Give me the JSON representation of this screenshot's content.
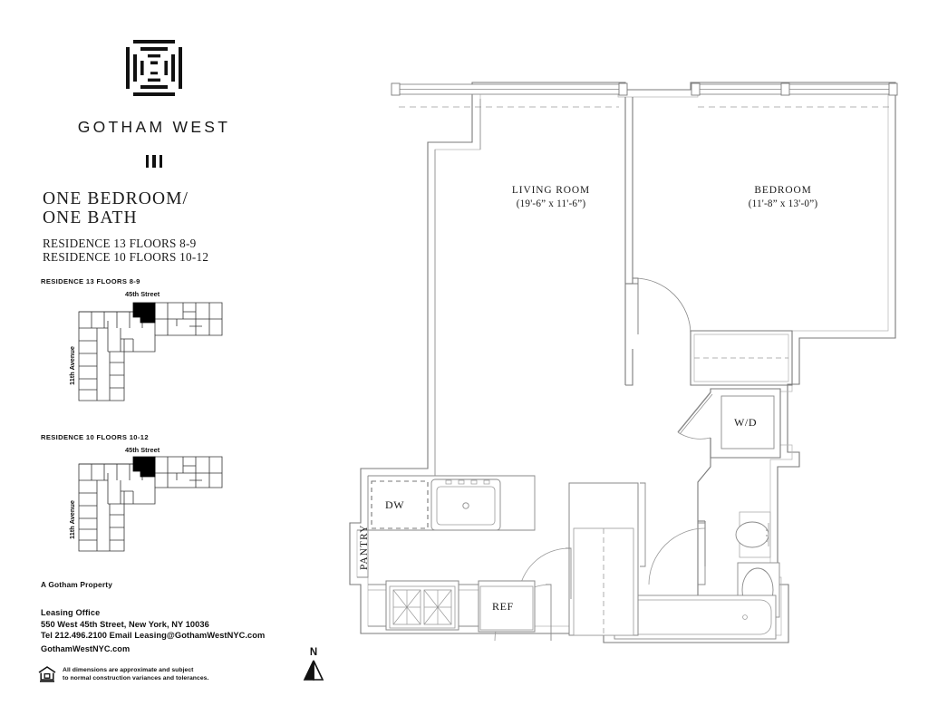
{
  "brand": {
    "logo_icon": "gotham-west-square-logo",
    "name": "GOTHAM WEST",
    "rule_icon": "three-bars-divider"
  },
  "plan": {
    "title_line1": "ONE BEDROOM/",
    "title_line2": "ONE BATH",
    "residence_line1": "RESIDENCE 13 FLOORS 8-9",
    "residence_line2": "RESIDENCE 10 FLOORS 10-12"
  },
  "keyplans": [
    {
      "label": "RESIDENCE 13 FLOORS 8-9",
      "street": "45th Street",
      "avenue": "11th Avenue",
      "highlight_color": "#000000"
    },
    {
      "label": "RESIDENCE 10 FLOORS 10-12",
      "street": "45th Street",
      "avenue": "11th Avenue",
      "highlight_color": "#000000"
    }
  ],
  "rooms": [
    {
      "name": "LIVING ROOM",
      "dimensions": "(19'-6” x 11'-6”)"
    },
    {
      "name": "BEDROOM",
      "dimensions": "(11'-8” x 13'-0”)"
    }
  ],
  "appliances": [
    {
      "label": "DW",
      "icon": "dishwasher"
    },
    {
      "label": "PANTRY",
      "icon": "pantry-closet"
    },
    {
      "label": "REF",
      "icon": "refrigerator"
    },
    {
      "label": "W/D",
      "icon": "washer-dryer"
    }
  ],
  "fixtures": [
    {
      "icon": "kitchen-sink"
    },
    {
      "icon": "range-four-burner"
    },
    {
      "icon": "toilet"
    },
    {
      "icon": "bathroom-sink"
    },
    {
      "icon": "bathtub"
    }
  ],
  "compass": {
    "letter": "N",
    "icon": "north-arrow"
  },
  "footer": {
    "property": "A Gotham Property",
    "leasing_office": "Leasing Office",
    "address": "550 West 45th Street, New York, NY 10036",
    "contact": "Tel 212.496.2100  Email Leasing@GothamWestNYC.com",
    "website": "GothamWestNYC.com",
    "disclaimer_line1": "All dimensions are approximate and subject",
    "disclaimer_line2": "to normal construction variances and tolerances.",
    "eho_icon": "equal-housing-opportunity"
  },
  "colors": {
    "ink": "#1a1a1a",
    "wall": "#6f6f6f",
    "thin": "#8f8f8f",
    "paper": "#ffffff"
  }
}
